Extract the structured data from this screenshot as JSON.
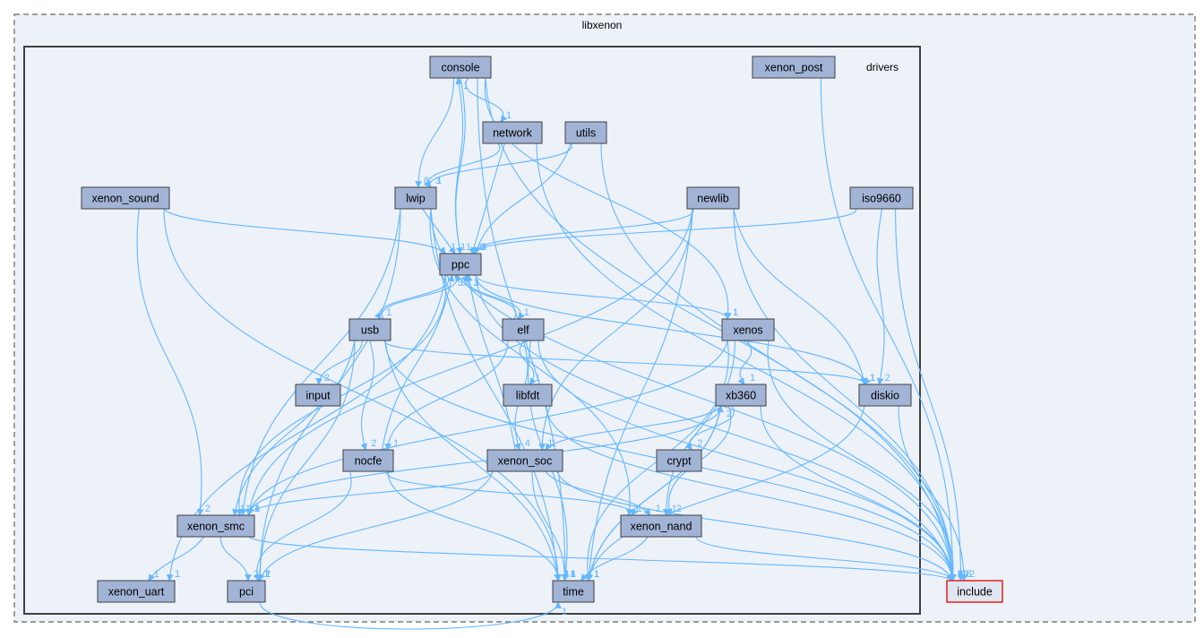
{
  "clusters": {
    "outer": "libxenon",
    "inner": "drivers"
  },
  "colors": {
    "background": "#ffffff",
    "outer_fill": "#edf1f8",
    "outer_border": "#666666",
    "inner_fill": "#edf1f8",
    "inner_border": "#404040",
    "node_fill": "#a2b4d6",
    "node_border": "#404040",
    "highlight_fill": "#dfe5f1",
    "highlight_border": "#e50000",
    "edge": "#63b8ff"
  },
  "nodes": [
    {
      "id": "console",
      "label": "console"
    },
    {
      "id": "xenon_post",
      "label": "xenon_post"
    },
    {
      "id": "network",
      "label": "network"
    },
    {
      "id": "utils",
      "label": "utils"
    },
    {
      "id": "xenon_sound",
      "label": "xenon_sound"
    },
    {
      "id": "lwip",
      "label": "lwip"
    },
    {
      "id": "newlib",
      "label": "newlib"
    },
    {
      "id": "iso9660",
      "label": "iso9660"
    },
    {
      "id": "ppc",
      "label": "ppc"
    },
    {
      "id": "usb",
      "label": "usb"
    },
    {
      "id": "elf",
      "label": "elf"
    },
    {
      "id": "xenos",
      "label": "xenos"
    },
    {
      "id": "input",
      "label": "input"
    },
    {
      "id": "libfdt",
      "label": "libfdt"
    },
    {
      "id": "xb360",
      "label": "xb360"
    },
    {
      "id": "diskio",
      "label": "diskio"
    },
    {
      "id": "nocfe",
      "label": "nocfe"
    },
    {
      "id": "xenon_soc",
      "label": "xenon_soc"
    },
    {
      "id": "crypt",
      "label": "crypt"
    },
    {
      "id": "xenon_smc",
      "label": "xenon_smc"
    },
    {
      "id": "xenon_nand",
      "label": "xenon_nand"
    },
    {
      "id": "xenon_uart",
      "label": "xenon_uart"
    },
    {
      "id": "pci",
      "label": "pci"
    },
    {
      "id": "time",
      "label": "time"
    },
    {
      "id": "include",
      "label": "include"
    }
  ],
  "edges": [
    {
      "from": "console",
      "to": "network",
      "label": "1"
    },
    {
      "from": "console",
      "to": "lwip",
      "label": "8"
    },
    {
      "from": "console",
      "to": "ppc",
      "label": "1"
    },
    {
      "from": "console",
      "to": "xenos",
      "label": "1"
    },
    {
      "from": "console",
      "to": "time",
      "label": "1"
    },
    {
      "from": "console",
      "to": "include",
      "label": "3"
    },
    {
      "from": "ppc",
      "to": "console",
      "label": "1"
    },
    {
      "from": "xenon_post",
      "to": "include",
      "label": "1"
    },
    {
      "from": "network",
      "to": "lwip",
      "label": "3"
    },
    {
      "from": "network",
      "to": "ppc",
      "label": "1"
    },
    {
      "from": "network",
      "to": "include",
      "label": "3"
    },
    {
      "from": "utils",
      "to": "lwip",
      "label": "1"
    },
    {
      "from": "utils",
      "to": "ppc",
      "label": "3"
    },
    {
      "from": "utils",
      "to": "include",
      "label": "5"
    },
    {
      "from": "xenon_sound",
      "to": "ppc",
      "label": "1"
    },
    {
      "from": "xenon_sound",
      "to": "xenon_smc",
      "label": "2"
    },
    {
      "from": "xenon_sound",
      "to": "time",
      "label": "1"
    },
    {
      "from": "lwip",
      "to": "ppc",
      "label": "1"
    },
    {
      "from": "lwip",
      "to": "xenon_smc",
      "label": "1"
    },
    {
      "from": "lwip",
      "to": "pci",
      "label": "2"
    },
    {
      "from": "lwip",
      "to": "time",
      "label": "4"
    },
    {
      "from": "lwip",
      "to": "xenon_nand",
      "label": "1"
    },
    {
      "from": "lwip",
      "to": "include",
      "label": "8"
    },
    {
      "from": "newlib",
      "to": "ppc",
      "label": "2"
    },
    {
      "from": "newlib",
      "to": "xenon_smc",
      "label": "1"
    },
    {
      "from": "newlib",
      "to": "xenon_soc",
      "label": "1"
    },
    {
      "from": "newlib",
      "to": "diskio",
      "label": "1"
    },
    {
      "from": "newlib",
      "to": "time",
      "label": "1"
    },
    {
      "from": "newlib",
      "to": "include",
      "label": "15"
    },
    {
      "from": "iso9660",
      "to": "ppc",
      "label": "1"
    },
    {
      "from": "iso9660",
      "to": "diskio",
      "label": "2"
    },
    {
      "from": "iso9660",
      "to": "include",
      "label": "6"
    },
    {
      "from": "ppc",
      "to": "usb",
      "label": "1"
    },
    {
      "from": "ppc",
      "to": "elf",
      "label": "1"
    },
    {
      "from": "ppc",
      "to": "xenos",
      "label": "1"
    },
    {
      "from": "ppc",
      "to": "xenon_smc",
      "label": "1"
    },
    {
      "from": "ppc",
      "to": "xenon_uart",
      "label": "1"
    },
    {
      "from": "ppc",
      "to": "diskio",
      "label": "1"
    },
    {
      "from": "ppc",
      "to": "include",
      "label": "10"
    },
    {
      "from": "usb",
      "to": "ppc",
      "label": "3"
    },
    {
      "from": "usb",
      "to": "input",
      "label": "2"
    },
    {
      "from": "usb",
      "to": "nocfe",
      "label": "2"
    },
    {
      "from": "usb",
      "to": "xenon_smc",
      "label": "1"
    },
    {
      "from": "usb",
      "to": "pci",
      "label": "2"
    },
    {
      "from": "usb",
      "to": "time",
      "label": "4"
    },
    {
      "from": "usb",
      "to": "diskio",
      "label": "1"
    },
    {
      "from": "usb",
      "to": "include",
      "label": "4"
    },
    {
      "from": "elf",
      "to": "ppc",
      "label": "3"
    },
    {
      "from": "elf",
      "to": "libfdt",
      "label": "1"
    },
    {
      "from": "elf",
      "to": "nocfe",
      "label": "1"
    },
    {
      "from": "elf",
      "to": "xenon_soc",
      "label": "4"
    },
    {
      "from": "elf",
      "to": "time",
      "label": "1"
    },
    {
      "from": "elf",
      "to": "include",
      "label": "4"
    },
    {
      "from": "xenos",
      "to": "xb360",
      "label": "1"
    },
    {
      "from": "xenos",
      "to": "xenon_smc",
      "label": "1"
    },
    {
      "from": "xenos",
      "to": "xenon_nand",
      "label": "1"
    },
    {
      "from": "xenos",
      "to": "time",
      "label": "1"
    },
    {
      "from": "xenos",
      "to": "include",
      "label": "1"
    },
    {
      "from": "libfdt",
      "to": "include",
      "label": "2"
    },
    {
      "from": "xb360",
      "to": "crypt",
      "label": "2"
    },
    {
      "from": "xb360",
      "to": "xenon_soc",
      "label": "1"
    },
    {
      "from": "xb360",
      "to": "xenon_smc",
      "label": "1"
    },
    {
      "from": "xb360",
      "to": "xenon_nand",
      "label": "2"
    },
    {
      "from": "xb360",
      "to": "time",
      "label": "1"
    },
    {
      "from": "xb360",
      "to": "include",
      "label": "1"
    },
    {
      "from": "time",
      "to": "xb360",
      "label": "2"
    },
    {
      "from": "diskio",
      "to": "time",
      "label": "1"
    },
    {
      "from": "diskio",
      "to": "include",
      "label": "2"
    },
    {
      "from": "nocfe",
      "to": "ppc",
      "label": "5"
    },
    {
      "from": "nocfe",
      "to": "xenon_nand",
      "label": "1"
    },
    {
      "from": "nocfe",
      "to": "time",
      "label": "1"
    },
    {
      "from": "nocfe",
      "to": "pci",
      "label": "1"
    },
    {
      "from": "xenon_soc",
      "to": "ppc",
      "label": "1"
    },
    {
      "from": "xenon_soc",
      "to": "xenon_smc",
      "label": "4"
    },
    {
      "from": "xenon_soc",
      "to": "xenon_nand",
      "label": "1"
    },
    {
      "from": "xenon_soc",
      "to": "pci",
      "label": "1"
    },
    {
      "from": "xenon_soc",
      "to": "time",
      "label": "4"
    },
    {
      "from": "xenon_soc",
      "to": "include",
      "label": "1"
    },
    {
      "from": "xenon_smc",
      "to": "xenon_uart",
      "label": "1"
    },
    {
      "from": "xenon_smc",
      "to": "pci",
      "label": "2"
    },
    {
      "from": "xenon_smc",
      "to": "include",
      "label": "2"
    },
    {
      "from": "xenon_nand",
      "to": "time",
      "label": "4"
    },
    {
      "from": "xenon_nand",
      "to": "include",
      "label": "3"
    },
    {
      "from": "pci",
      "to": "time",
      "label": "1"
    }
  ]
}
